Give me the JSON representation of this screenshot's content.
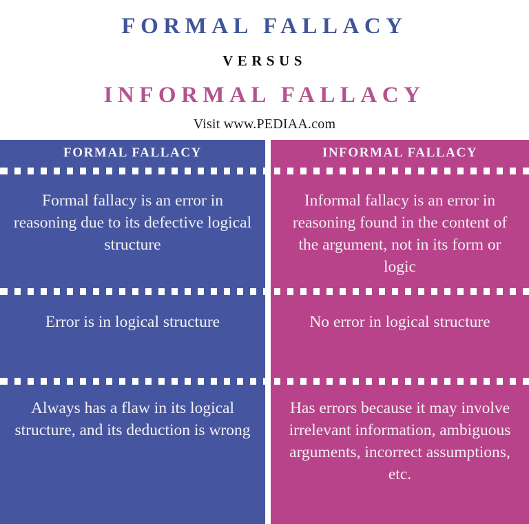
{
  "header": {
    "title_main": "FORMAL FALLACY",
    "title_versus": "VERSUS",
    "title_sub": "INFORMAL FALLACY",
    "visit": "Visit www.PEDIAA.com",
    "colors": {
      "title_main": "#3f5597",
      "title_versus": "#111111",
      "title_sub": "#b4538c",
      "visit": "#1b1b1b"
    }
  },
  "comparison": {
    "columns": [
      {
        "id": "formal-fallacy",
        "header": "FORMAL FALLACY",
        "accent": "#46559f",
        "rows": [
          "Formal fallacy is an error in reasoning due to its defective logical structure",
          "Error is in logical structure",
          "Always has a flaw in its logical structure, and its deduction is wrong"
        ]
      },
      {
        "id": "informal-fallacy",
        "header": "INFORMAL FALLACY",
        "accent": "#b8438a",
        "rows": [
          "Informal fallacy is an error in reasoning found in the content of the argument, not in its form or logic",
          "No error in logical structure",
          "Has errors because it may involve irrelevant information, ambiguous arguments, incorrect assumptions, etc."
        ]
      }
    ]
  }
}
